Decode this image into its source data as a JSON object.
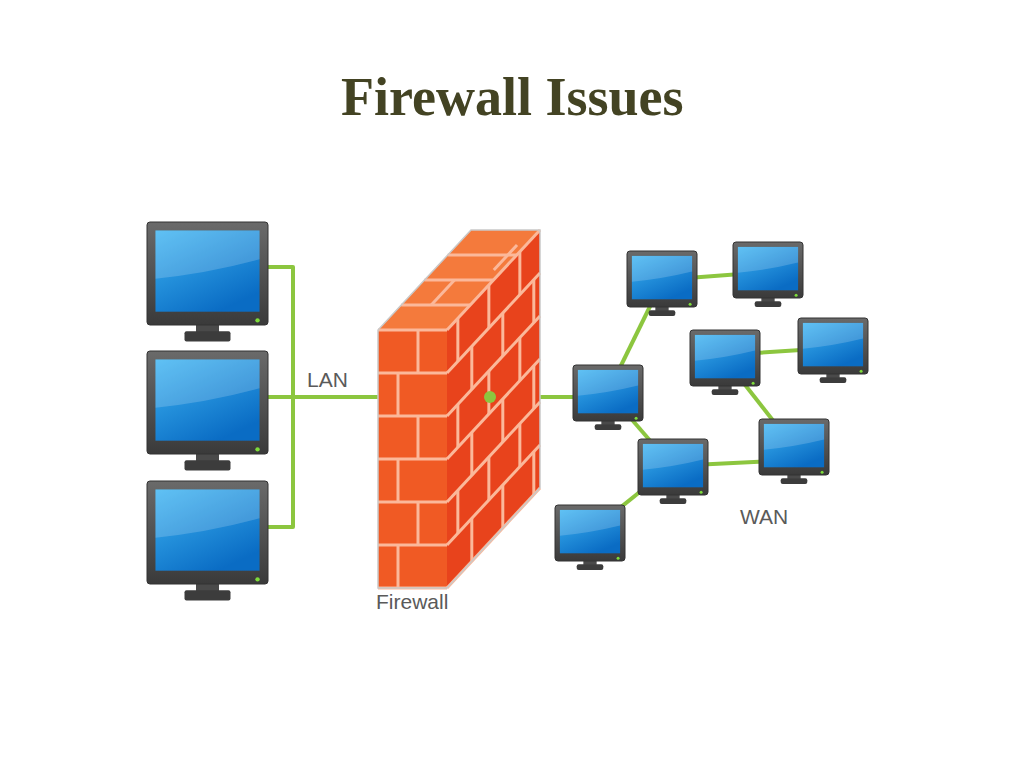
{
  "diagram": {
    "title": "Firewall Issues",
    "labels": [
      "LAN",
      "Firewall",
      "WAN"
    ]
  }
}
